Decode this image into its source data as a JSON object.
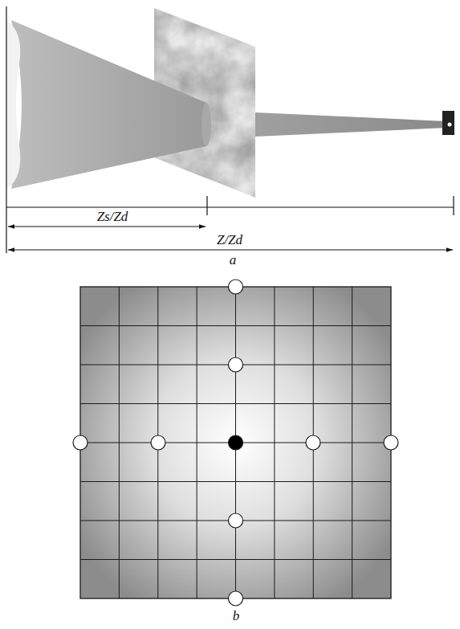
{
  "diagram": {
    "labels": [
      "Zs/Zd",
      "Z/Zd",
      "a",
      "b"
    ]
  }
}
